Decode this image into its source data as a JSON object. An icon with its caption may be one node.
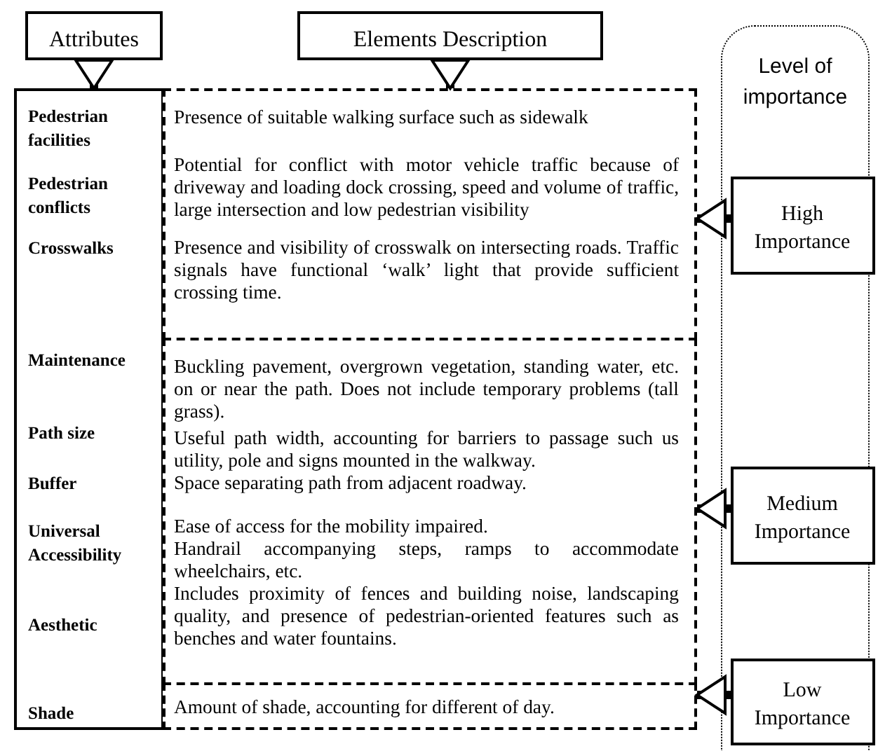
{
  "diagram": {
    "nodes": [
      {
        "text": [
          "Attributes"
        ]
      },
      {
        "text": [
          "Elements Description"
        ]
      },
      {
        "text": [
          "Pedestrian facilities",
          "Pedestrian conflicts",
          "Crosswalks",
          "Maintenance",
          "Path size",
          "Buffer",
          "Universal Accessibility",
          "Aesthetic",
          "Shade"
        ]
      },
      {
        "text": [
          "Presence of suitable walking surface such as sidewalk",
          "Potential for conflict with motor vehicle traffic because of driveway and loading dock crossing, speed and volume of traffic, large intersection and low pedestrian visibility",
          "Presence and visibility of crosswalk on intersecting roads. Traffic signals have functional ‘walk’ light that provide sufficient crossing time."
        ]
      },
      {
        "text": [
          "Buckling pavement, overgrown vegetation, standing water, etc. on or near the path. Does not include temporary problems (tall grass).",
          "Useful path width, accounting for barriers to passage such us utility, pole and signs mounted in the walkway.",
          "Space separating path from adjacent roadway.",
          "Ease of access for the mobility impaired.",
          "Handrail accompanying steps, ramps to accommodate wheelchairs, etc.",
          "Includes proximity of fences and building noise, landscaping quality, and presence of pedestrian-oriented features such as benches and water fountains."
        ]
      },
      {
        "text": [
          "Amount of shade, accounting for different of day."
        ]
      },
      {
        "text": [
          "Level of importance"
        ]
      },
      {
        "text": [
          "High Importance"
        ],
        "in": 6
      },
      {
        "text": [
          "Medium Importance"
        ],
        "in": 6
      },
      {
        "text": [
          "Low Importance"
        ],
        "in": 6
      }
    ],
    "edges": [
      {
        "from": 0,
        "to": 2,
        "arrow": "to"
      },
      {
        "from": 1,
        "to": 3,
        "arrow": "to"
      },
      {
        "from": 7,
        "to": 3,
        "arrow": "to"
      },
      {
        "from": 8,
        "to": 4,
        "arrow": "to"
      },
      {
        "from": 9,
        "to": 5,
        "arrow": "to"
      }
    ]
  }
}
